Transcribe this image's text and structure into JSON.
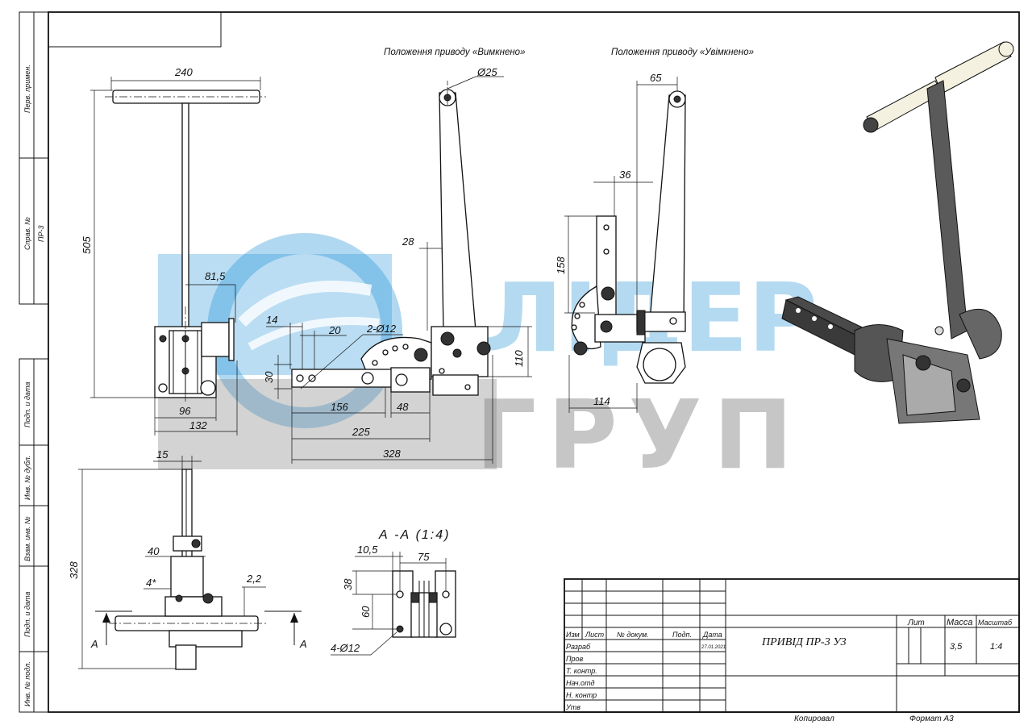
{
  "captions": {
    "position_off": "Положення приводу «Вимкнено»",
    "position_on": "Положення приводу «Увімкнено»",
    "section": "А -А (1:4)"
  },
  "dimensions": {
    "front_view": [
      "240",
      "505",
      "81,5",
      "96",
      "132"
    ],
    "side_view_off": [
      "Ø25",
      "28",
      "14",
      "20",
      "2-Ø12",
      "30",
      "110",
      "156",
      "48",
      "225",
      "328"
    ],
    "side_view_on": [
      "65",
      "36",
      "158",
      "114"
    ],
    "top_view": [
      "15",
      "328",
      "40",
      "4*",
      "2,2"
    ],
    "section_view": [
      "10,5",
      "75",
      "38",
      "60",
      "4-Ø12"
    ],
    "section_markers": [
      "А",
      "А"
    ]
  },
  "watermark": {
    "line1": "ЛІДЕР",
    "line2": "ГРУП",
    "color_primary": "#1c8ed6",
    "color_secondary": "#808080"
  },
  "title_block": {
    "title": "ПРИВІД ПР-3 У3",
    "columns": [
      "Изм",
      "Лист",
      "№ докум.",
      "Подп.",
      "Дата"
    ],
    "rows": [
      "Разраб",
      "Пров",
      "Т. контр.",
      "Нач.отд",
      "Н. контр",
      "Утв"
    ],
    "date_value": "27.01.2021",
    "lit_label": "Лит",
    "mass_label": "Масса",
    "scale_label": "Масштаб",
    "mass_value": "3,5",
    "scale_value": "1:4",
    "copied": "Копировал",
    "format": "Формат А3"
  },
  "side_stamps": [
    "Перв. примен.",
    "Справ. №",
    "ПР-3",
    "Подп. и дата",
    "Инв. № дубл.",
    "Взам. инв. №",
    "Подп. и дата",
    "Инв. № подл."
  ]
}
